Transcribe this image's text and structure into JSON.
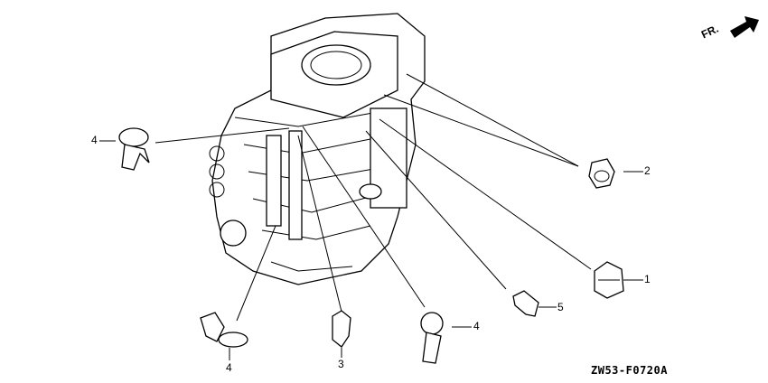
{
  "diagram": {
    "orientation_label": "FR.",
    "drawing_code": "ZW53-F0720A",
    "callouts": [
      {
        "id": "c4a",
        "number": "4",
        "part": "clamp"
      },
      {
        "id": "c2",
        "number": "2",
        "part": "clamp"
      },
      {
        "id": "c1",
        "number": "1",
        "part": "clamp"
      },
      {
        "id": "c5",
        "number": "5",
        "part": "clamp"
      },
      {
        "id": "c4b",
        "number": "4",
        "part": "clamp"
      },
      {
        "id": "c3",
        "number": "3",
        "part": "clamp"
      },
      {
        "id": "c4c",
        "number": "4",
        "part": "clamp"
      }
    ]
  }
}
